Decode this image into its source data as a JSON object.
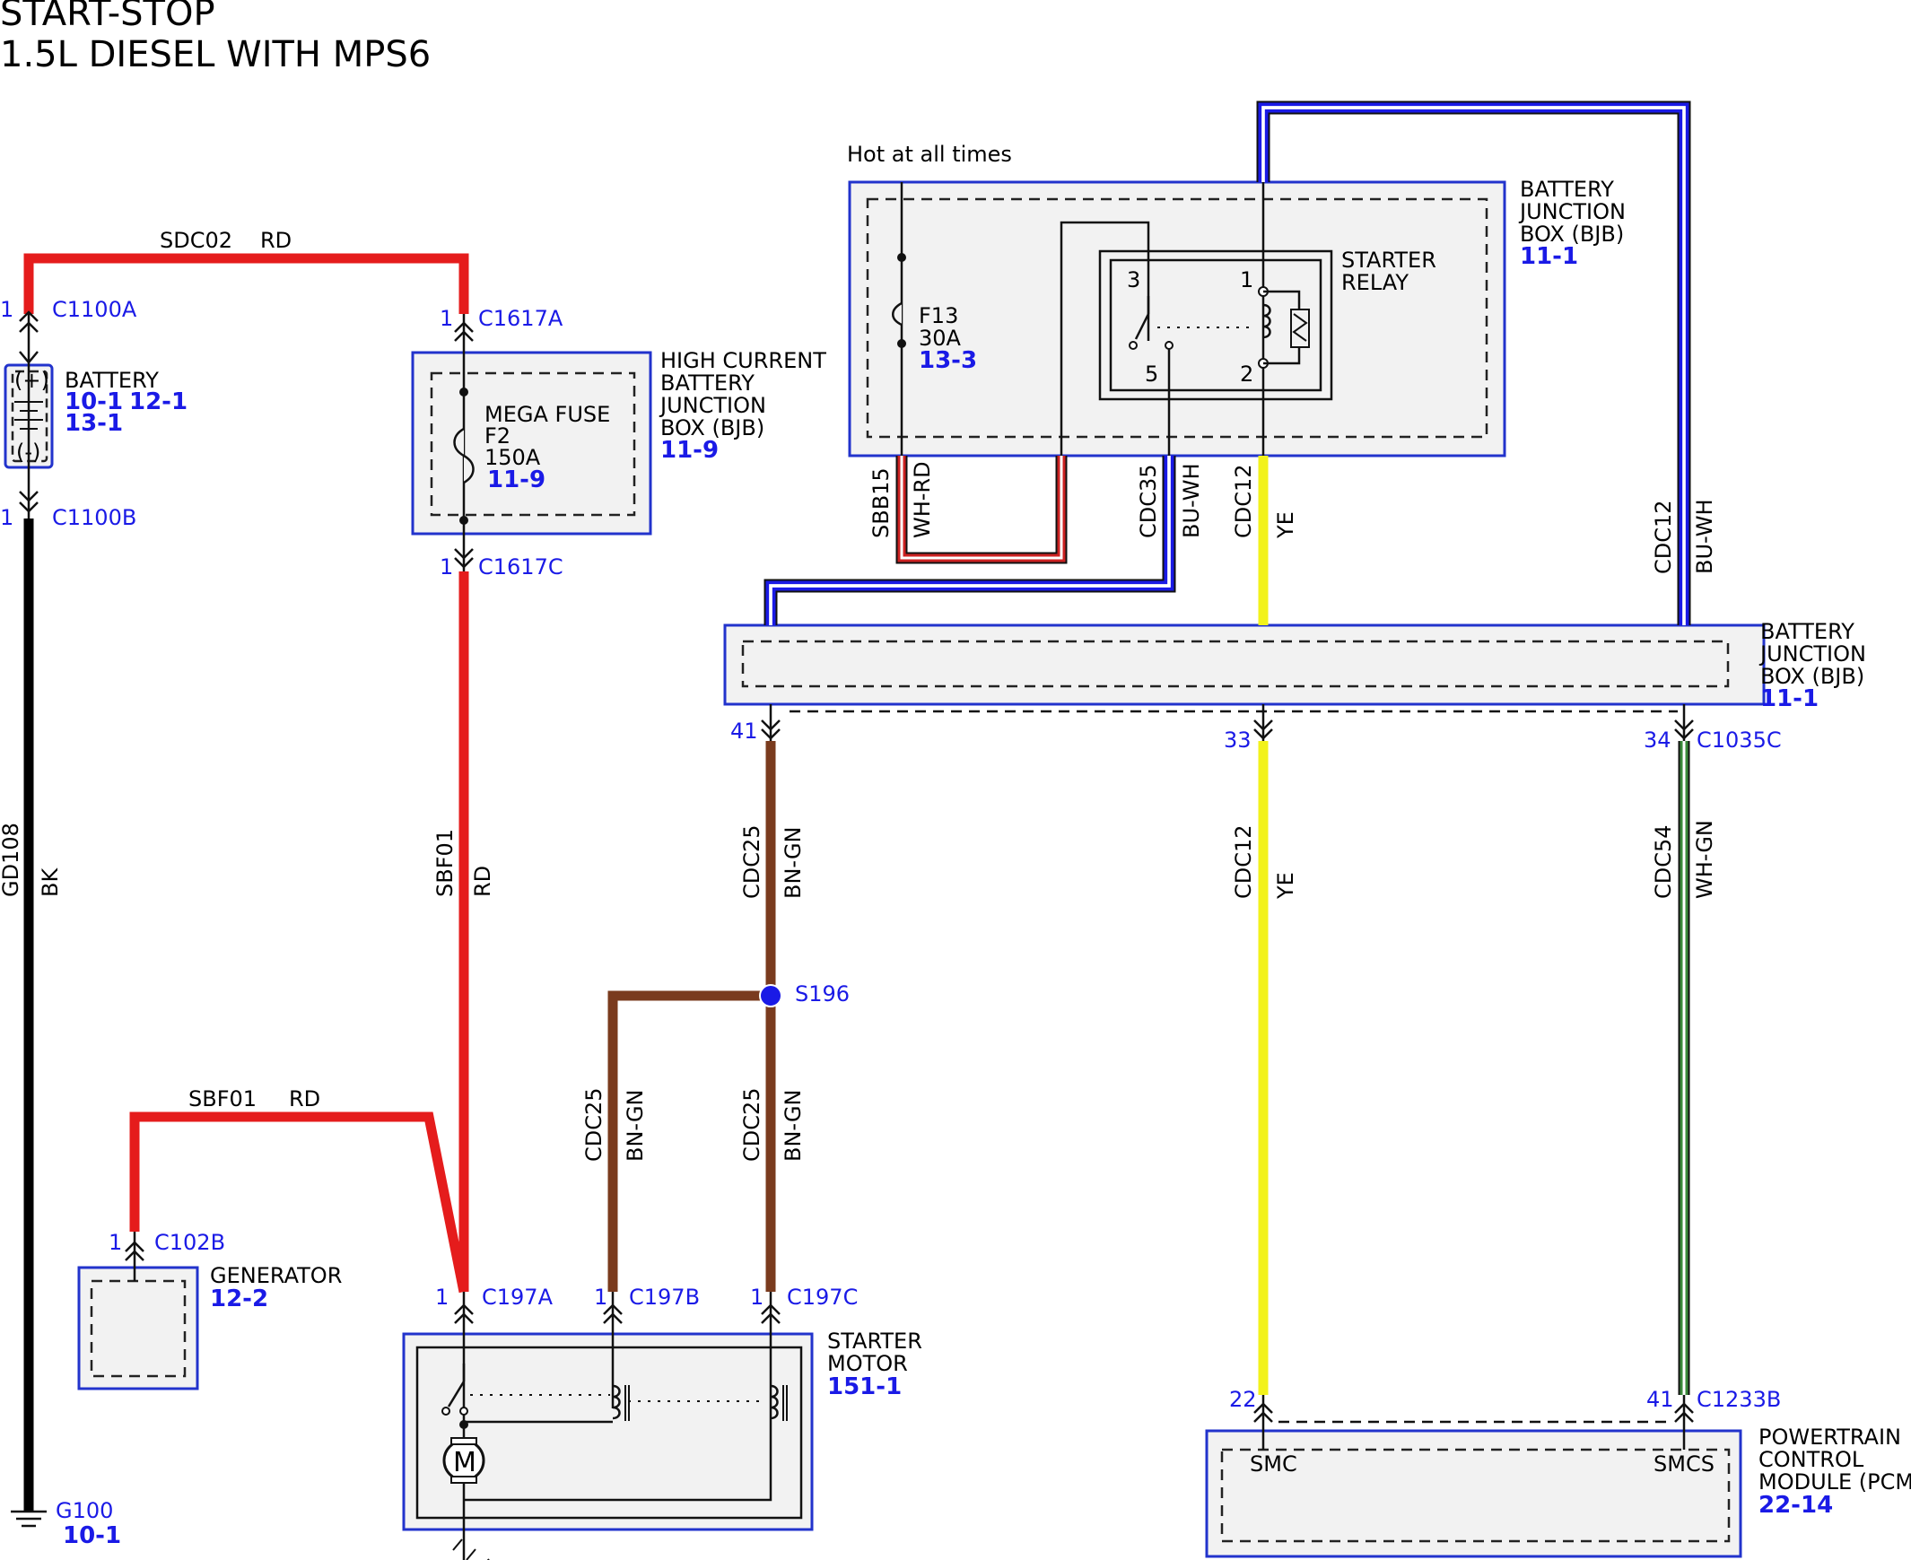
{
  "title": {
    "line1": "START-STOP",
    "line2": "1.5L DIESEL WITH MPS6"
  },
  "hot_label": "Hot at all times",
  "components": {
    "battery": {
      "name": "BATTERY",
      "plus": "(+)",
      "minus": "(-)",
      "ref1": "10-1",
      "ref2": "12-1",
      "ref3": "13-1"
    },
    "hcbjb": {
      "l1": "HIGH CURRENT",
      "l2": "BATTERY",
      "l3": "JUNCTION",
      "l4": "BOX (BJB)",
      "ref": "11-9",
      "fuse_name": "MEGA FUSE",
      "fuse_id": "F2",
      "fuse_rating": "150A",
      "fuse_ref": "11-9"
    },
    "bjb_top": {
      "l1": "BATTERY",
      "l2": "JUNCTION",
      "l3": "BOX (BJB)",
      "ref": "11-1",
      "fuse_id": "F13",
      "fuse_rating": "30A",
      "fuse_ref": "13-3"
    },
    "starter_relay": {
      "l1": "STARTER",
      "l2": "RELAY",
      "p3": "3",
      "p1": "1",
      "p5": "5",
      "p2": "2"
    },
    "bjb_mid": {
      "l1": "BATTERY",
      "l2": "JUNCTION",
      "l3": "BOX (BJB)",
      "ref": "11-1"
    },
    "generator": {
      "name": "GENERATOR",
      "ref": "12-2"
    },
    "starter_motor": {
      "l1": "STARTER",
      "l2": "MOTOR",
      "ref": "151-1"
    },
    "pcm": {
      "l1": "POWERTRAIN",
      "l2": "CONTROL",
      "l3": "MODULE (PCM)",
      "ref": "22-14",
      "smc": "SMC",
      "smcs": "SMCS"
    },
    "ground": {
      "name": "G100",
      "ref": "10-1"
    }
  },
  "connectors": {
    "c1100a": {
      "pin": "1",
      "name": "C1100A"
    },
    "c1100b": {
      "pin": "1",
      "name": "C1100B"
    },
    "c1617a": {
      "pin": "1",
      "name": "C1617A"
    },
    "c1617c": {
      "pin": "1",
      "name": "C1617C"
    },
    "c102b": {
      "pin": "1",
      "name": "C102B"
    },
    "c197a": {
      "pin": "1",
      "name": "C197A"
    },
    "c197b": {
      "pin": "1",
      "name": "C197B"
    },
    "c197c": {
      "pin": "1",
      "name": "C197C"
    },
    "c1035c": {
      "pin41": "41",
      "pin33": "33",
      "pin34": "34",
      "name": "C1035C"
    },
    "c1233b": {
      "pin22": "22",
      "pin41": "41",
      "name": "C1233B"
    },
    "s196": {
      "name": "S196"
    }
  },
  "wires": {
    "sdc02": {
      "circuit": "SDC02",
      "color": "RD",
      "hex": "#e51c1c"
    },
    "gd108": {
      "circuit": "GD108",
      "color": "BK",
      "hex": "#000000"
    },
    "sbf01_v": {
      "circuit": "SBF01",
      "color": "RD",
      "hex": "#e51c1c"
    },
    "sbf01_h": {
      "circuit": "SBF01",
      "color": "RD",
      "hex": "#e51c1c"
    },
    "sbb15": {
      "circuit": "SBB15",
      "color": "WH-RD",
      "hex": "#cc2222"
    },
    "cdc35": {
      "circuit": "CDC35",
      "color": "BU-WH",
      "hex": "#1a1ae6"
    },
    "cdc12_top": {
      "circuit": "CDC12",
      "color": "YE",
      "hex": "#f2f21a"
    },
    "cdc12_right": {
      "circuit": "CDC12",
      "color": "BU-WH",
      "hex": "#1a1ae6"
    },
    "cdc25_top": {
      "circuit": "CDC25",
      "color": "BN-GN",
      "hex": "#7a3b1e"
    },
    "cdc25_left": {
      "circuit": "CDC25",
      "color": "BN-GN",
      "hex": "#7a3b1e"
    },
    "cdc25_bottom": {
      "circuit": "CDC25",
      "color": "BN-GN",
      "hex": "#7a3b1e"
    },
    "cdc12_bottom": {
      "circuit": "CDC12",
      "color": "YE",
      "hex": "#f2f21a"
    },
    "cdc54": {
      "circuit": "CDC54",
      "color": "WH-GN",
      "hex": "#3a8a3a"
    }
  }
}
